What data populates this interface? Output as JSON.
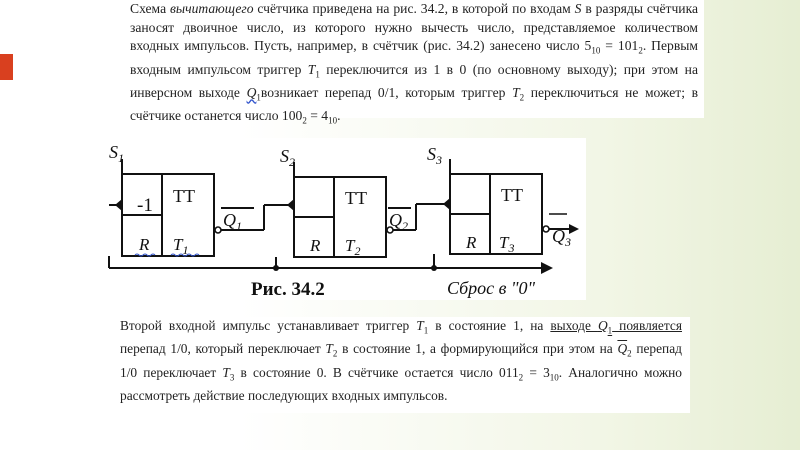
{
  "slide": {
    "accent": "#d9401f",
    "top_text": {
      "s1": "Схема ",
      "s2": "вычитающего",
      "s3": " счётчика приведена на рис. 34.2, в которой по входам ",
      "s4": "S",
      "s5": " в разряды счётчика заносят двоичное число, из которого нужно вычесть число, представляемое количеством входных импульсов. Пусть, например, в счётчик (рис. 34.2) занесено число 5",
      "s6": "10",
      "s7": " = 101",
      "s8": "2",
      "s9": ". Первым входным импульсом триггер ",
      "s10": "T",
      "s11": "1",
      "s12": " переключится из 1 в 0 (по основному выходу); при этом на инверсном выходе ",
      "s13": "Q",
      "s14": "1",
      "s15": "возникает перепад 0/1, которым триггер ",
      "s16": "T",
      "s17": "2",
      "s18": " переключиться не может; в счётчике останется число 100",
      "s19": "2",
      "s20": " = 4",
      "s21": "10",
      "s22": "."
    },
    "figure": {
      "caption": "Рис. 34.2",
      "reset_label": "Сброс в \"0\"",
      "inputs": [
        "S",
        "S",
        "S"
      ],
      "input_idx": [
        "1",
        "2",
        "3"
      ],
      "tt_label": "TT",
      "minus_one": "-1",
      "r_label": "R",
      "t_labels": [
        "T",
        "T",
        "T"
      ],
      "outputs": [
        "Q",
        "Q",
        "Q"
      ]
    },
    "bottom_text": {
      "b1": "Второй входной импульс устанавливает триггер ",
      "b2": "T",
      "b3": "1",
      "b4": " в состояние 1, на ",
      "b5": "выходе ",
      "b6": "Q",
      "b7": "1",
      "b8": " появляется",
      "b9": " перепад 1/0, который переключает ",
      "b10": "T",
      "b11": "2",
      "b12": " в состояние 1, а формирующийся при этом на ",
      "b13": "Q",
      "b14": "2",
      "b15": " перепад 1/0 переключает ",
      "b16": "T",
      "b17": "3",
      "b18": " в состояние 0. В счётчике остается число 011",
      "b19": "2",
      "b20": " = 3",
      "b21": "10",
      "b22": ". Аналогично можно рассмотреть действие последующих входных импульсов."
    }
  }
}
